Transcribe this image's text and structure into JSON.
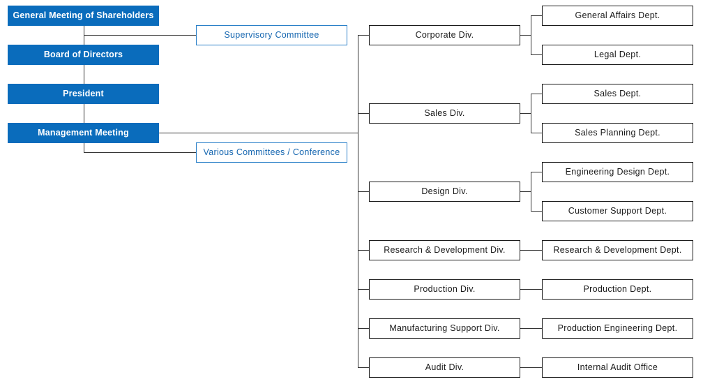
{
  "governance": {
    "shareholders": "General Meeting of Shareholders",
    "board": "Board of Directors",
    "president": "President",
    "management": "Management Meeting"
  },
  "committees": {
    "supervisory": "Supervisory Committee",
    "various": "Various Committees / Conference"
  },
  "divisions": [
    {
      "name": "Corporate Div.",
      "departments": [
        "General Affairs Dept.",
        "Legal Dept."
      ]
    },
    {
      "name": "Sales Div.",
      "departments": [
        "Sales Dept.",
        "Sales Planning Dept."
      ]
    },
    {
      "name": "Design Div.",
      "departments": [
        "Engineering Design Dept.",
        "Customer Support Dept."
      ]
    },
    {
      "name": "Research & Development Div.",
      "departments": [
        "Research & Development Dept."
      ]
    },
    {
      "name": "Production Div.",
      "departments": [
        "Production Dept."
      ]
    },
    {
      "name": "Manufacturing Support Div.",
      "departments": [
        "Production Engineering Dept."
      ]
    },
    {
      "name": "Audit Div.",
      "departments": [
        "Internal Audit Office"
      ]
    }
  ],
  "colors": {
    "governance_fill": "#0a6cbc",
    "committee_accent": "#2a80c8",
    "committee_text": "#1566b0",
    "line": "#333333"
  }
}
